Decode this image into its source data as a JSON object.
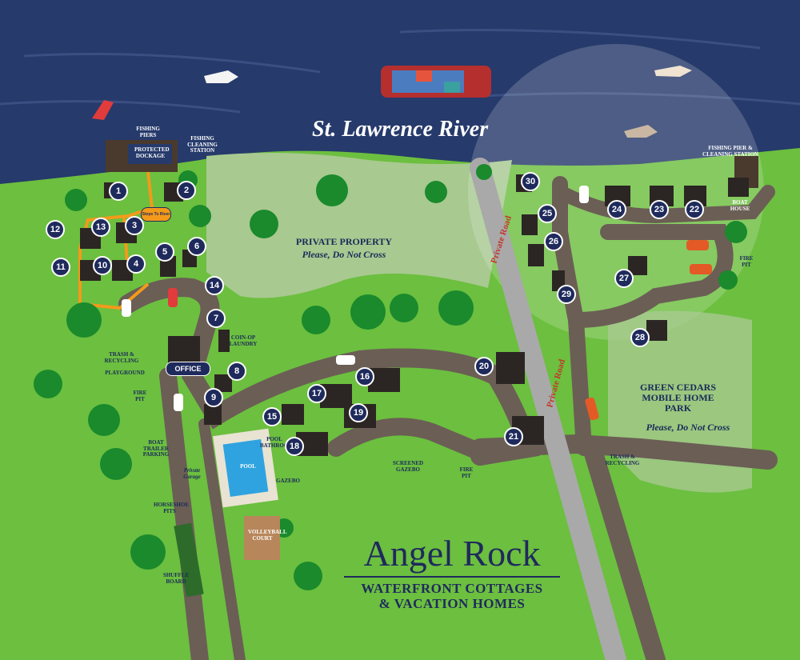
{
  "river": {
    "name": "St. Lawrence River"
  },
  "brand": {
    "title": "Angel Rock",
    "subtitle_line1": "WATERFRONT COTTAGES",
    "subtitle_line2": "& VACATION HOMES"
  },
  "labels": {
    "fishing_piers": "FISHING PIERS",
    "protected_dockage": "PROTECTED DOCKAGE",
    "fishing_cleaning_station": "FISHING CLEANING STATION",
    "fishing_pier_cleaning_station": "FISHING PIER & CLEANING STATION",
    "boat_house": "BOAT HOUSE",
    "private_property": "PRIVATE PROPERTY",
    "private_property_note": "Please, Do Not Cross",
    "green_cedars": "GREEN CEDARS MOBILE HOME PARK",
    "green_cedars_note": "Please, Do Not Cross",
    "private_road_1": "Private Road",
    "private_road_2": "Private Road",
    "steps_to_river": "Steps To River",
    "office": "OFFICE",
    "coin_op_laundry": "COIN-OP LAUNDRY",
    "trash_recycling_left": "TRASH & RECYCLING",
    "trash_recycling_right": "TRASH & RECYCLING",
    "playground": "PLAYGROUND",
    "fire_pit_left": "FIRE PIT",
    "fire_pit_mid": "FIRE PIT",
    "fire_pit_right": "FIRE PIT",
    "boat_trailer_parking": "BOAT TRAILER PARKING",
    "private_garage": "Private Garage",
    "horseshoe_pits": "HORSESHOE PITS",
    "shuffle_board": "SHUFFLE BOARD",
    "pool": "POOL",
    "pool_bathroom": "POOL BATHROOM",
    "gazebo": "GAZEBO",
    "screened_gazebo": "SCREENED GAZEBO",
    "volleyball_court": "VOLLEYBALL COURT"
  },
  "cottages": [
    "1",
    "2",
    "3",
    "4",
    "5",
    "6",
    "7",
    "8",
    "9",
    "10",
    "11",
    "12",
    "13",
    "14",
    "15",
    "16",
    "17",
    "18",
    "19",
    "20",
    "21",
    "22",
    "23",
    "24",
    "25",
    "26",
    "27",
    "28",
    "29",
    "30"
  ],
  "colors": {
    "river": "#263a6b",
    "grass": "#6cbf3f",
    "road": "#6b5e55",
    "private_area": "#a8c990",
    "marker": "#1f2a5c",
    "path": "#f39a1b"
  }
}
